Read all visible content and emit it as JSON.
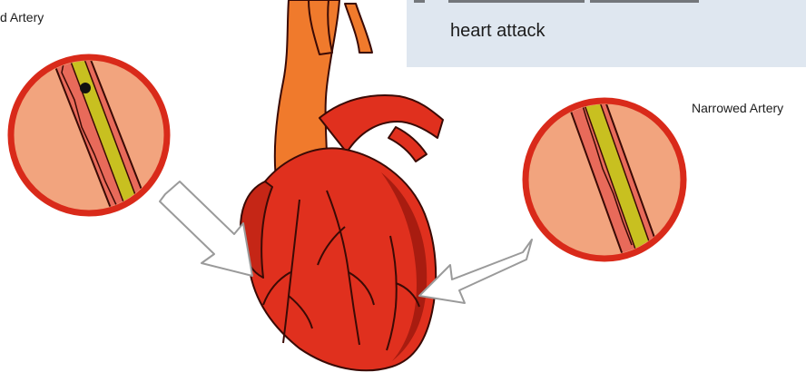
{
  "labels": {
    "left_artery": "d Artery",
    "right_artery": "Narrowed Artery"
  },
  "callout": {
    "text": "heart attack"
  },
  "colors": {
    "heart_red": "#e0301e",
    "heart_shadow": "#a81c10",
    "aorta_orange": "#f07a2c",
    "vessel_outline": "#3a0a05",
    "magnifier_ring": "#d92a1a",
    "magnifier_fill": "#f2a47e",
    "artery_wall": "#e86a5a",
    "plaque_yellow": "#c8c020",
    "arrow_fill": "#ffffff",
    "arrow_outline": "#9a9a9a",
    "callout_background": "#dfe7f0"
  }
}
